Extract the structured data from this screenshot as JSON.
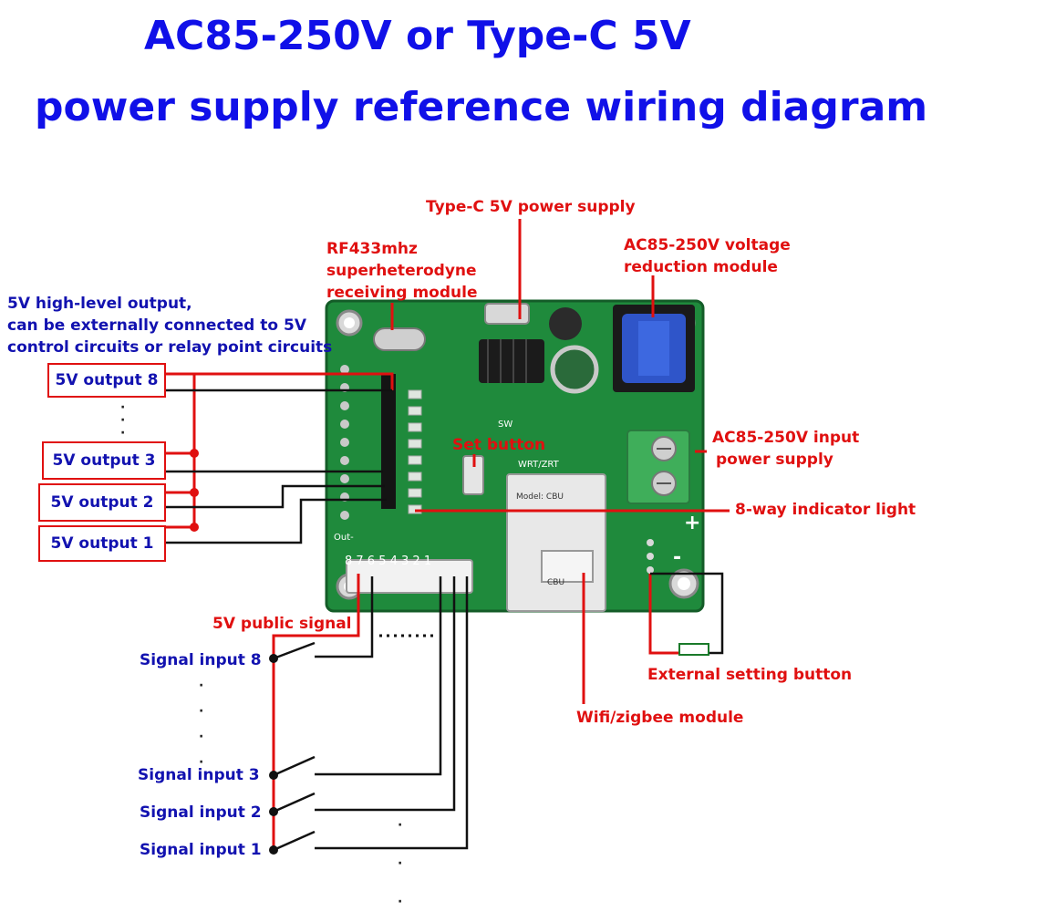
{
  "title": {
    "line1": "AC85-250V or Type-C 5V",
    "line2": "power supply reference wiring diagram"
  },
  "callouts": {
    "type_c": "Type-C 5V power supply",
    "rf433": [
      "RF433mhz",
      "superheterodyne",
      "receiving module"
    ],
    "ac_module": [
      "AC85-250V voltage",
      "reduction module"
    ],
    "ac_input": [
      "AC85-250V input",
      "power supply"
    ],
    "set_button": "Set button",
    "indicator": "8-way indicator light",
    "public_signal": "5V public signal",
    "external_button": "External setting button",
    "wifi_module": "Wifi/zigbee module"
  },
  "output_note": [
    "5V high-level output,",
    "can be externally connected to 5V",
    "control circuits or relay point circuits"
  ],
  "outputs": [
    "5V output 8",
    "5V output 3",
    "5V output 2",
    "5V output 1"
  ],
  "inputs": [
    "Signal input 8",
    "Signal input 3",
    "Signal input 2",
    "Signal input 1"
  ],
  "board": {
    "connector_numbers": "8 7 6 5 4 3 2 1",
    "sw_label": "SW",
    "wrt_label": "WRT/ZRT",
    "cbu_label": "CBU",
    "model_label": "Model: CBU",
    "plus": "+",
    "minus": "-",
    "out_label": "Out-"
  },
  "colors": {
    "title": "#1010e8",
    "callout_red": "#e01010",
    "label_blue": "#1212b0",
    "pcb_green": "#1f8a3c",
    "wire_red": "#e01010",
    "wire_black": "#111111"
  }
}
